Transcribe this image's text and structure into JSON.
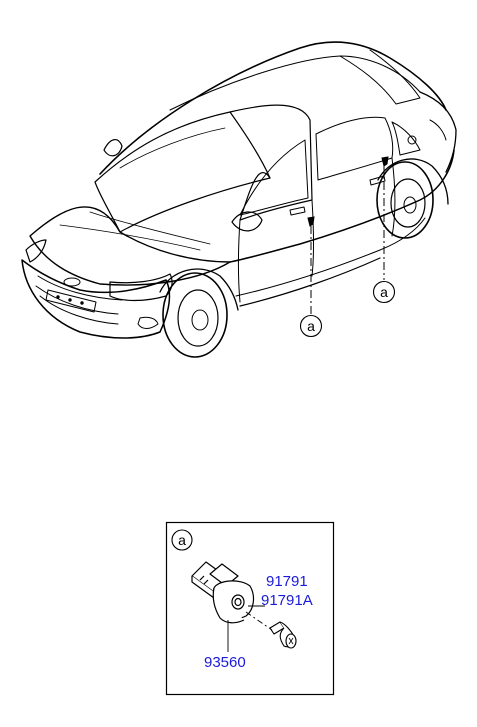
{
  "callouts": {
    "front_door": "a",
    "rear_door": "a",
    "detail_box": "a"
  },
  "parts": {
    "part_91791": "91791",
    "part_91791A": "91791A",
    "part_93560": "93560"
  },
  "colors": {
    "part_link": "#1a1adb",
    "line_art": "#000000"
  }
}
